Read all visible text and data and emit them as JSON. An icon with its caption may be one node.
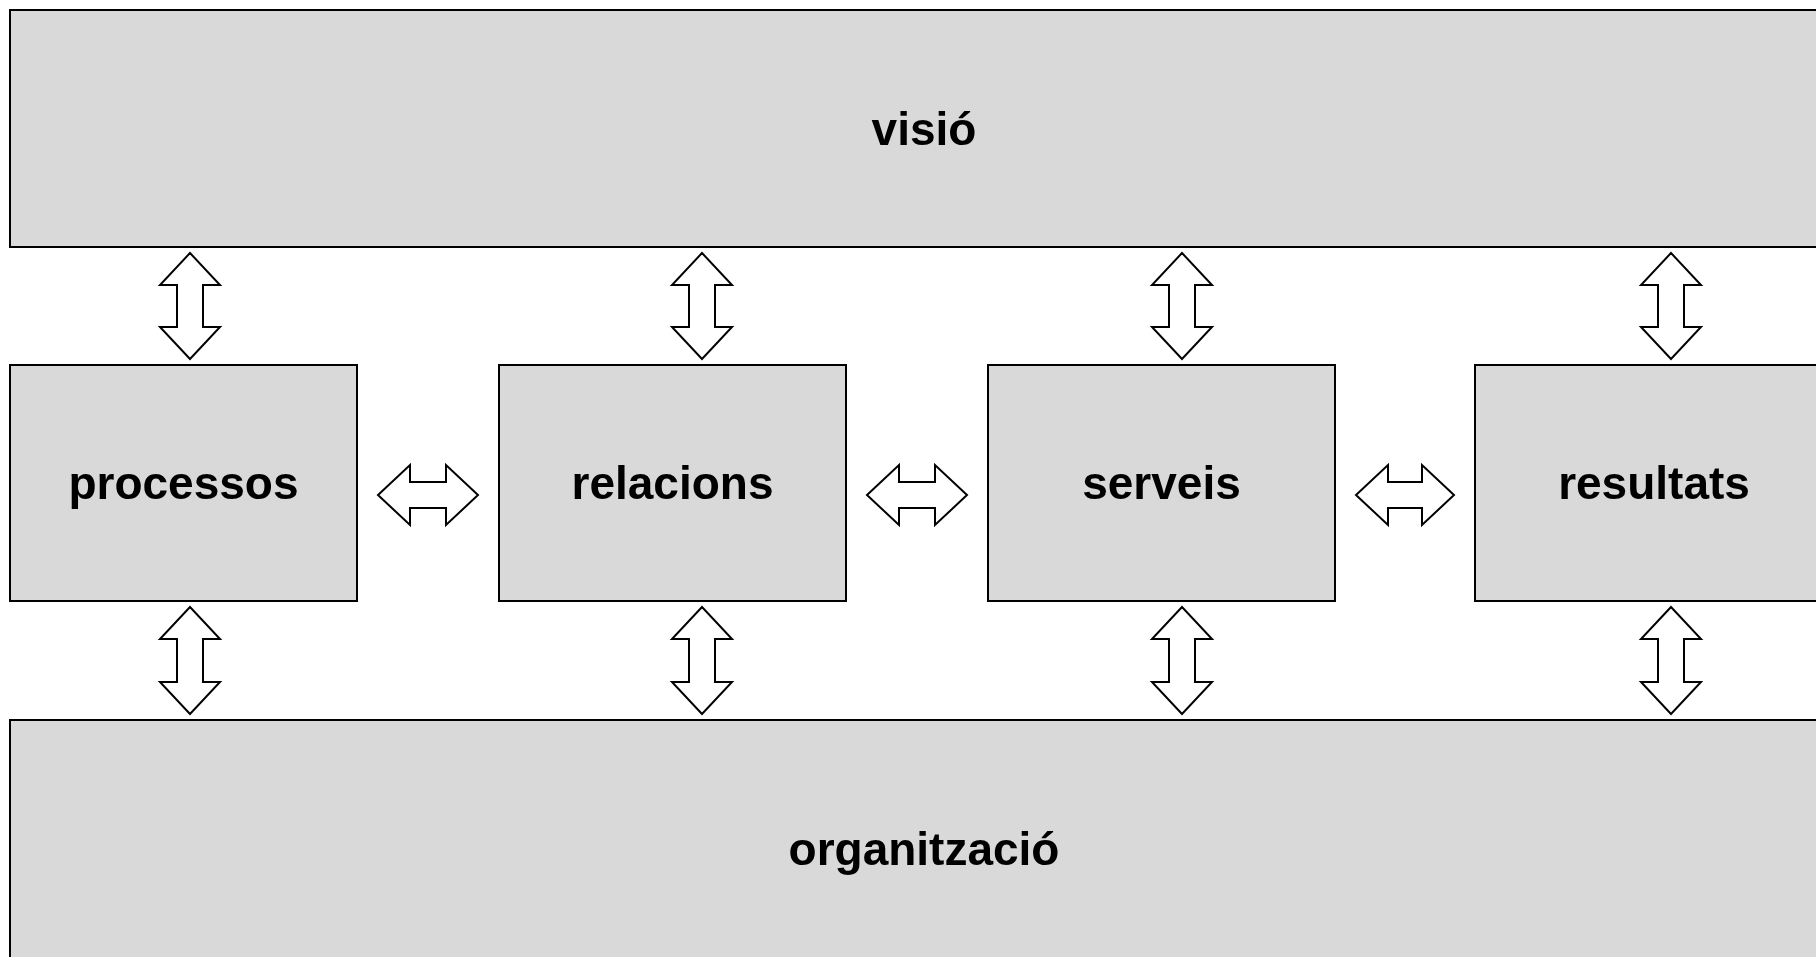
{
  "diagram": {
    "nodes": [
      {
        "text": [
          "visió"
        ]
      },
      {
        "text": [
          "processos"
        ]
      },
      {
        "text": [
          "relacions"
        ]
      },
      {
        "text": [
          "serveis"
        ]
      },
      {
        "text": [
          "resultats"
        ]
      },
      {
        "text": [
          "organització"
        ]
      }
    ],
    "edges": [
      {
        "from": 0,
        "to": 1,
        "arrow": "both"
      },
      {
        "from": 0,
        "to": 2,
        "arrow": "both"
      },
      {
        "from": 0,
        "to": 3,
        "arrow": "both"
      },
      {
        "from": 0,
        "to": 4,
        "arrow": "both"
      },
      {
        "from": 1,
        "to": 2,
        "arrow": "both"
      },
      {
        "from": 2,
        "to": 3,
        "arrow": "both"
      },
      {
        "from": 3,
        "to": 4,
        "arrow": "both"
      },
      {
        "from": 1,
        "to": 5,
        "arrow": "both"
      },
      {
        "from": 2,
        "to": 5,
        "arrow": "both"
      },
      {
        "from": 3,
        "to": 5,
        "arrow": "both"
      },
      {
        "from": 4,
        "to": 5,
        "arrow": "both"
      }
    ]
  }
}
